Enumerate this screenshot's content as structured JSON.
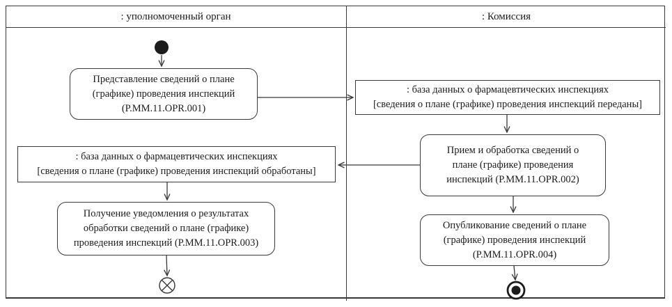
{
  "diagram": {
    "kind": "uml-activity-swimlane",
    "lanes": [
      {
        "id": "authorized-body",
        "title": ": уполномоченный орган"
      },
      {
        "id": "commission",
        "title": ": Комиссия"
      }
    ],
    "nodes": {
      "start": {
        "type": "initial-node",
        "lane": "authorized-body"
      },
      "opr001": {
        "type": "activity",
        "lane": "authorized-body",
        "lines": [
          "Представление сведений о плане",
          "(графике) проведения инспекций",
          "(P.MM.11.OPR.001)"
        ]
      },
      "db_transferred": {
        "type": "object-state",
        "lane": "commission",
        "lines": [
          ": база данных о фармацевтических инспекциях",
          "[сведения о плане (графике) проведения инспекций переданы]"
        ]
      },
      "opr002": {
        "type": "activity",
        "lane": "commission",
        "lines": [
          "Прием и обработка сведений о",
          "плане (графике) проведения",
          "инспекций (P.MM.11.OPR.002)"
        ]
      },
      "db_processed": {
        "type": "object-state",
        "lane": "authorized-body",
        "lines": [
          ": база данных о фармацевтических инспекциях",
          "[сведения о плане (графике) проведения инспекций обработаны]"
        ]
      },
      "opr003": {
        "type": "activity",
        "lane": "authorized-body",
        "lines": [
          "Получение уведомления о результатах",
          "обработки сведений о плане (графике)",
          "проведения инспекций (P.MM.11.OPR.003)"
        ]
      },
      "opr004": {
        "type": "activity",
        "lane": "commission",
        "lines": [
          "Опубликование сведений о плане",
          "(графике) проведения инспекций",
          "(P.MM.11.OPR.004)"
        ]
      },
      "flow_final": {
        "type": "flow-final-node",
        "lane": "authorized-body"
      },
      "activity_final": {
        "type": "activity-final-node",
        "lane": "commission"
      }
    },
    "edges": [
      {
        "from": "start",
        "to": "opr001"
      },
      {
        "from": "opr001",
        "to": "db_transferred"
      },
      {
        "from": "db_transferred",
        "to": "opr002"
      },
      {
        "from": "opr002",
        "to": "db_processed"
      },
      {
        "from": "db_processed",
        "to": "opr003"
      },
      {
        "from": "opr003",
        "to": "flow_final"
      },
      {
        "from": "opr002",
        "to": "opr004"
      },
      {
        "from": "opr004",
        "to": "activity_final"
      }
    ],
    "colors": {
      "line": "#383838",
      "text": "#1c1c1c",
      "background": "#ffffff"
    }
  }
}
